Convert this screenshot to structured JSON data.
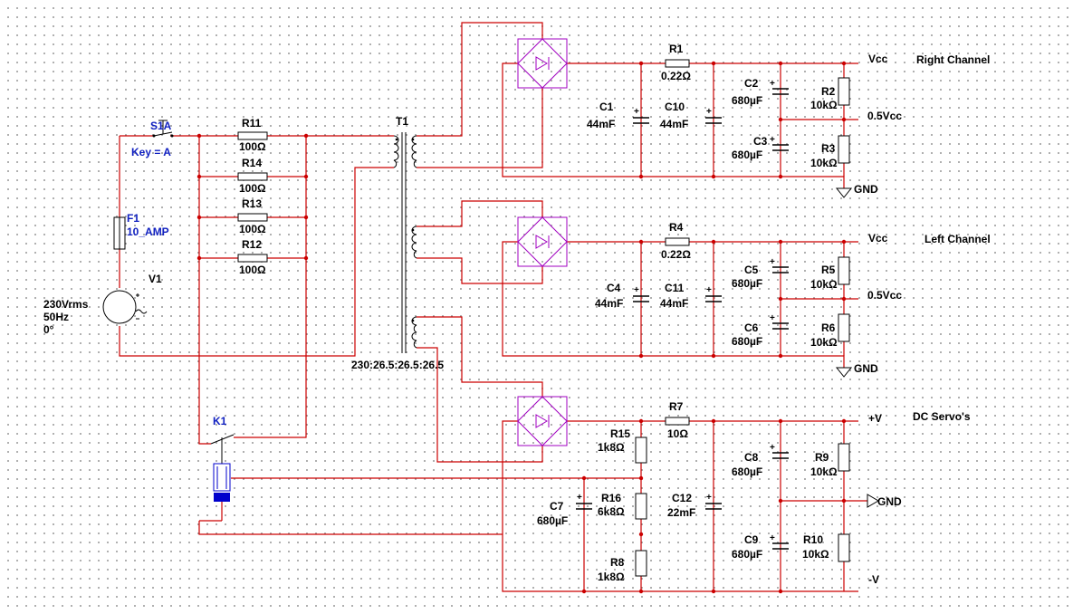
{
  "switch": {
    "ref": "S1A",
    "key": "Key = A"
  },
  "fuse": {
    "ref": "F1",
    "value": "10_AMP"
  },
  "source": {
    "ref": "V1",
    "voltage": "230Vrms",
    "freq": "50Hz",
    "phase": "0°"
  },
  "transformer": {
    "ref": "T1",
    "ratio": "230:26.5:26.5:26.5"
  },
  "relay": {
    "ref": "K1"
  },
  "resistors": [
    {
      "ref": "R11",
      "value": "100Ω"
    },
    {
      "ref": "R14",
      "value": "100Ω"
    },
    {
      "ref": "R13",
      "value": "100Ω"
    },
    {
      "ref": "R12",
      "value": "100Ω"
    },
    {
      "ref": "R1",
      "value": "0.22Ω"
    },
    {
      "ref": "R2",
      "value": "10kΩ"
    },
    {
      "ref": "R3",
      "value": "10kΩ"
    },
    {
      "ref": "R4",
      "value": "0.22Ω"
    },
    {
      "ref": "R5",
      "value": "10kΩ"
    },
    {
      "ref": "R6",
      "value": "10kΩ"
    },
    {
      "ref": "R7",
      "value": "10Ω"
    },
    {
      "ref": "R15",
      "value": "1k8Ω"
    },
    {
      "ref": "R16",
      "value": "6k8Ω"
    },
    {
      "ref": "R8",
      "value": "1k8Ω"
    },
    {
      "ref": "R9",
      "value": "10kΩ"
    },
    {
      "ref": "R10",
      "value": "10kΩ"
    }
  ],
  "capacitors": [
    {
      "ref": "C1",
      "value": "44mF"
    },
    {
      "ref": "C10",
      "value": "44mF"
    },
    {
      "ref": "C2",
      "value": "680µF"
    },
    {
      "ref": "C3",
      "value": "680µF"
    },
    {
      "ref": "C4",
      "value": "44mF"
    },
    {
      "ref": "C11",
      "value": "44mF"
    },
    {
      "ref": "C5",
      "value": "680µF"
    },
    {
      "ref": "C6",
      "value": "680µF"
    },
    {
      "ref": "C7",
      "value": "680µF"
    },
    {
      "ref": "C12",
      "value": "22mF"
    },
    {
      "ref": "C8",
      "value": "680µF"
    },
    {
      "ref": "C9",
      "value": "680µF"
    }
  ],
  "nets": {
    "vcc_right": "Vcc",
    "half_right": "0.5Vcc",
    "gnd_right": "GND",
    "vcc_left": "Vcc",
    "half_left": "0.5Vcc",
    "gnd_left": "GND",
    "pos_v": "+V",
    "gnd_servo": "GND",
    "neg_v": "-V"
  },
  "channels": {
    "right": "Right Channel",
    "left": "Left Channel",
    "servo": "DC Servo's"
  },
  "colors": {
    "wire": "#cc0000",
    "component": "#000000",
    "label_blue": "#1020c0",
    "diode": "#a000c0"
  }
}
